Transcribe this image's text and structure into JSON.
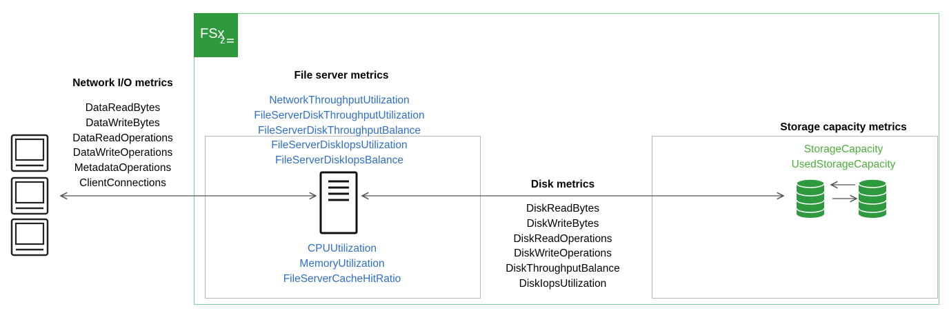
{
  "logo": {
    "text": "FSx",
    "subtext": "z",
    "color": "#2e9a3d"
  },
  "network": {
    "title": "Network I/O metrics",
    "metrics": [
      "DataReadBytes",
      "DataWriteBytes",
      "DataReadOperations",
      "DataWriteOperations",
      "MetadataOperations",
      "ClientConnections"
    ]
  },
  "file_server": {
    "title": "File server metrics",
    "top_metrics": [
      "NetworkThroughputUtilization",
      "FileServerDiskThroughputUtilization",
      "FileServerDiskThroughputBalance",
      "FileServerDiskIopsUtilization",
      "FileServerDiskIopsBalance"
    ],
    "bottom_metrics": [
      "CPUUtilization",
      "MemoryUtilization",
      "FileServerCacheHitRatio"
    ]
  },
  "disk": {
    "title": "Disk metrics",
    "metrics": [
      "DiskReadBytes",
      "DiskWriteBytes",
      "DiskReadOperations",
      "DiskWriteOperations",
      "DiskThroughputBalance",
      "DiskIopsUtilization"
    ]
  },
  "storage": {
    "title": "Storage capacity metrics",
    "metrics": [
      "StorageCapacity",
      "UsedStorageCapacity"
    ]
  },
  "icons": {
    "clients": "laptop-icon",
    "server": "file-server-icon",
    "storage": "database-icon"
  },
  "colors": {
    "frame": "#7fcf8f",
    "blue_text": "#2f6fc8",
    "green_text": "#4eae3b",
    "storage_fill": "#2e9a3d"
  }
}
